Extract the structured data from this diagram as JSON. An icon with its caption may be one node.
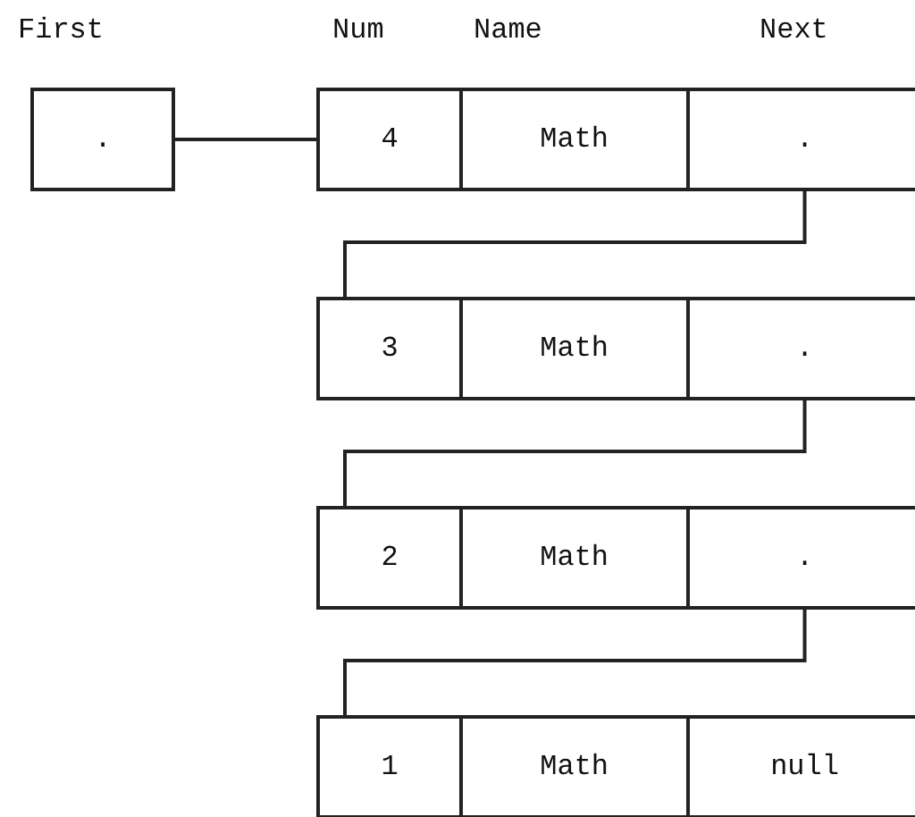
{
  "diagram": {
    "nodes": [
      {
        "text": [
          "."
        ]
      },
      {
        "text": [],
        "shape": "box"
      },
      {
        "text": [
          "4"
        ],
        "in": 1
      },
      {
        "text": [
          "Math"
        ],
        "in": 1
      },
      {
        "text": [
          "."
        ],
        "in": 1
      },
      {
        "text": [],
        "shape": "box"
      },
      {
        "text": [
          "3"
        ],
        "in": 5
      },
      {
        "text": [
          "Math"
        ],
        "in": 5
      },
      {
        "text": [
          "."
        ],
        "in": 5
      },
      {
        "text": [],
        "shape": "box"
      },
      {
        "text": [
          "2"
        ],
        "in": 9
      },
      {
        "text": [
          "Math"
        ],
        "in": 9
      },
      {
        "text": [
          "."
        ],
        "in": 9
      },
      {
        "text": [],
        "shape": "box"
      },
      {
        "text": [
          "1"
        ],
        "in": 13
      },
      {
        "text": [
          "Math"
        ],
        "in": 13
      },
      {
        "text": [
          "null"
        ],
        "in": 13
      }
    ],
    "edges": [
      {
        "from": 0,
        "to": 1,
        "arrow": "none"
      },
      {
        "from": 4,
        "to": 5,
        "arrow": "none"
      },
      {
        "from": 8,
        "to": 9,
        "arrow": "none"
      },
      {
        "from": 12,
        "to": 13,
        "arrow": "none"
      }
    ],
    "labels": [
      "First",
      "Num",
      "Name",
      "Next"
    ]
  }
}
